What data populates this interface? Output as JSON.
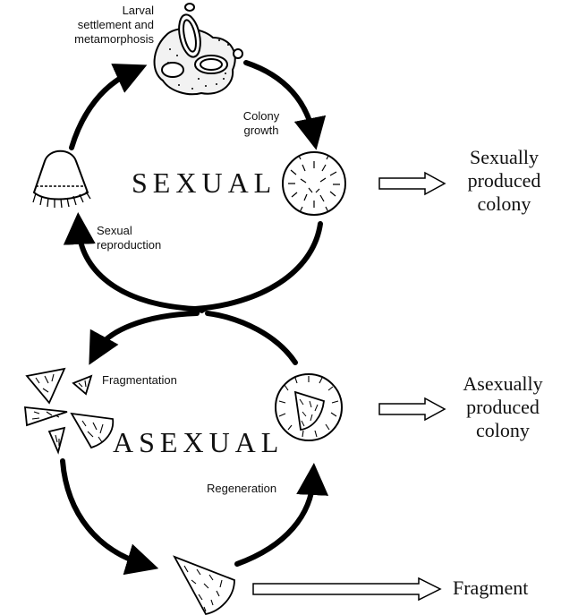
{
  "labels": {
    "larval": "Larval\nsettlement and\nmetamorphosis",
    "colony_growth": "Colony\ngrowth",
    "sexual_reproduction": "Sexual\nreproduction",
    "fragmentation": "Fragmentation",
    "regeneration": "Regeneration"
  },
  "cycles": {
    "sexual": "SEXUAL",
    "asexual": "ASEXUAL"
  },
  "outcomes": {
    "sexual_colony": "Sexually\nproduced\ncolony",
    "asexual_colony": "Asexually\nproduced\ncolony",
    "fragment": "Fragment"
  }
}
